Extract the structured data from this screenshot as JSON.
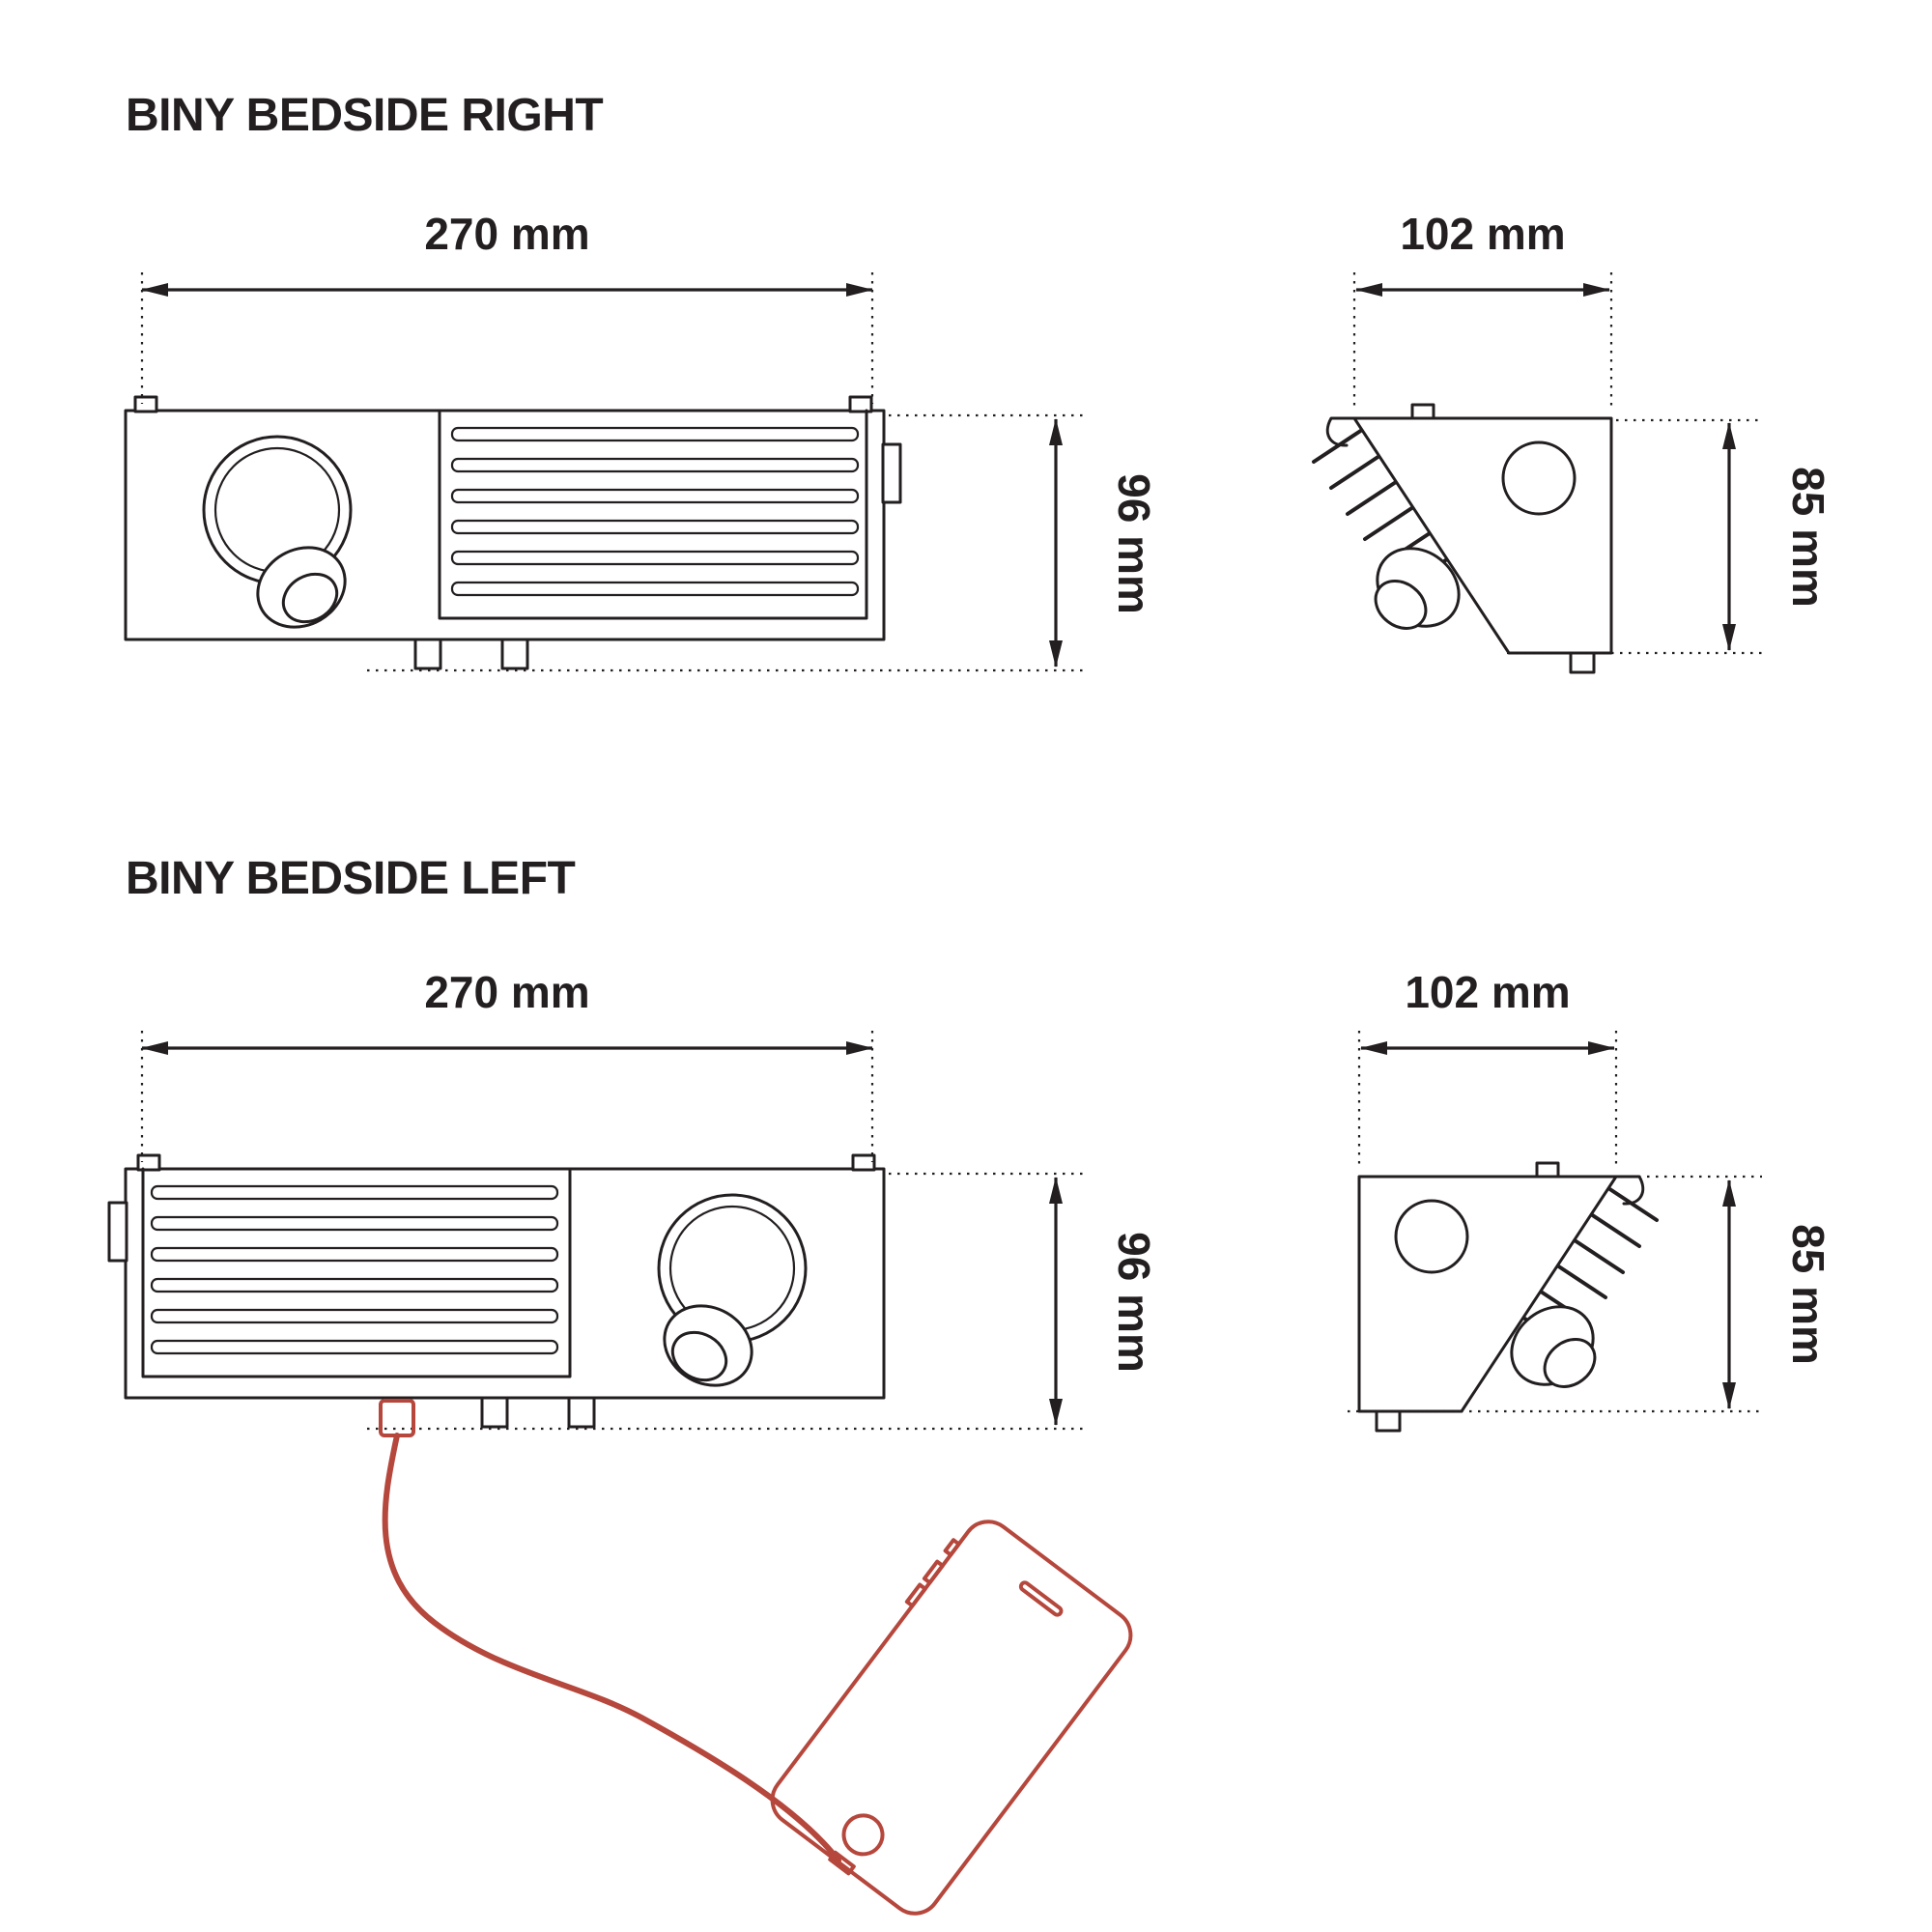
{
  "meta": {
    "background": "#ffffff",
    "line_color": "#231f20",
    "accent_color": "#b5473c"
  },
  "sections": [
    {
      "id": "right",
      "title": "BINY BEDSIDE RIGHT",
      "front_view": {
        "width": "270 mm",
        "height": "96 mm"
      },
      "side_view": {
        "width": "102 mm",
        "height": "85 mm"
      }
    },
    {
      "id": "left",
      "title": "BINY BEDSIDE LEFT",
      "front_view": {
        "width": "270 mm",
        "height": "96 mm"
      },
      "side_view": {
        "width": "102 mm",
        "height": "85 mm"
      }
    }
  ],
  "graphics": {
    "phone_icon": "smartphone-outline",
    "cable_icon": "usb-charging-cable",
    "plug_icon": "usb-connector"
  }
}
